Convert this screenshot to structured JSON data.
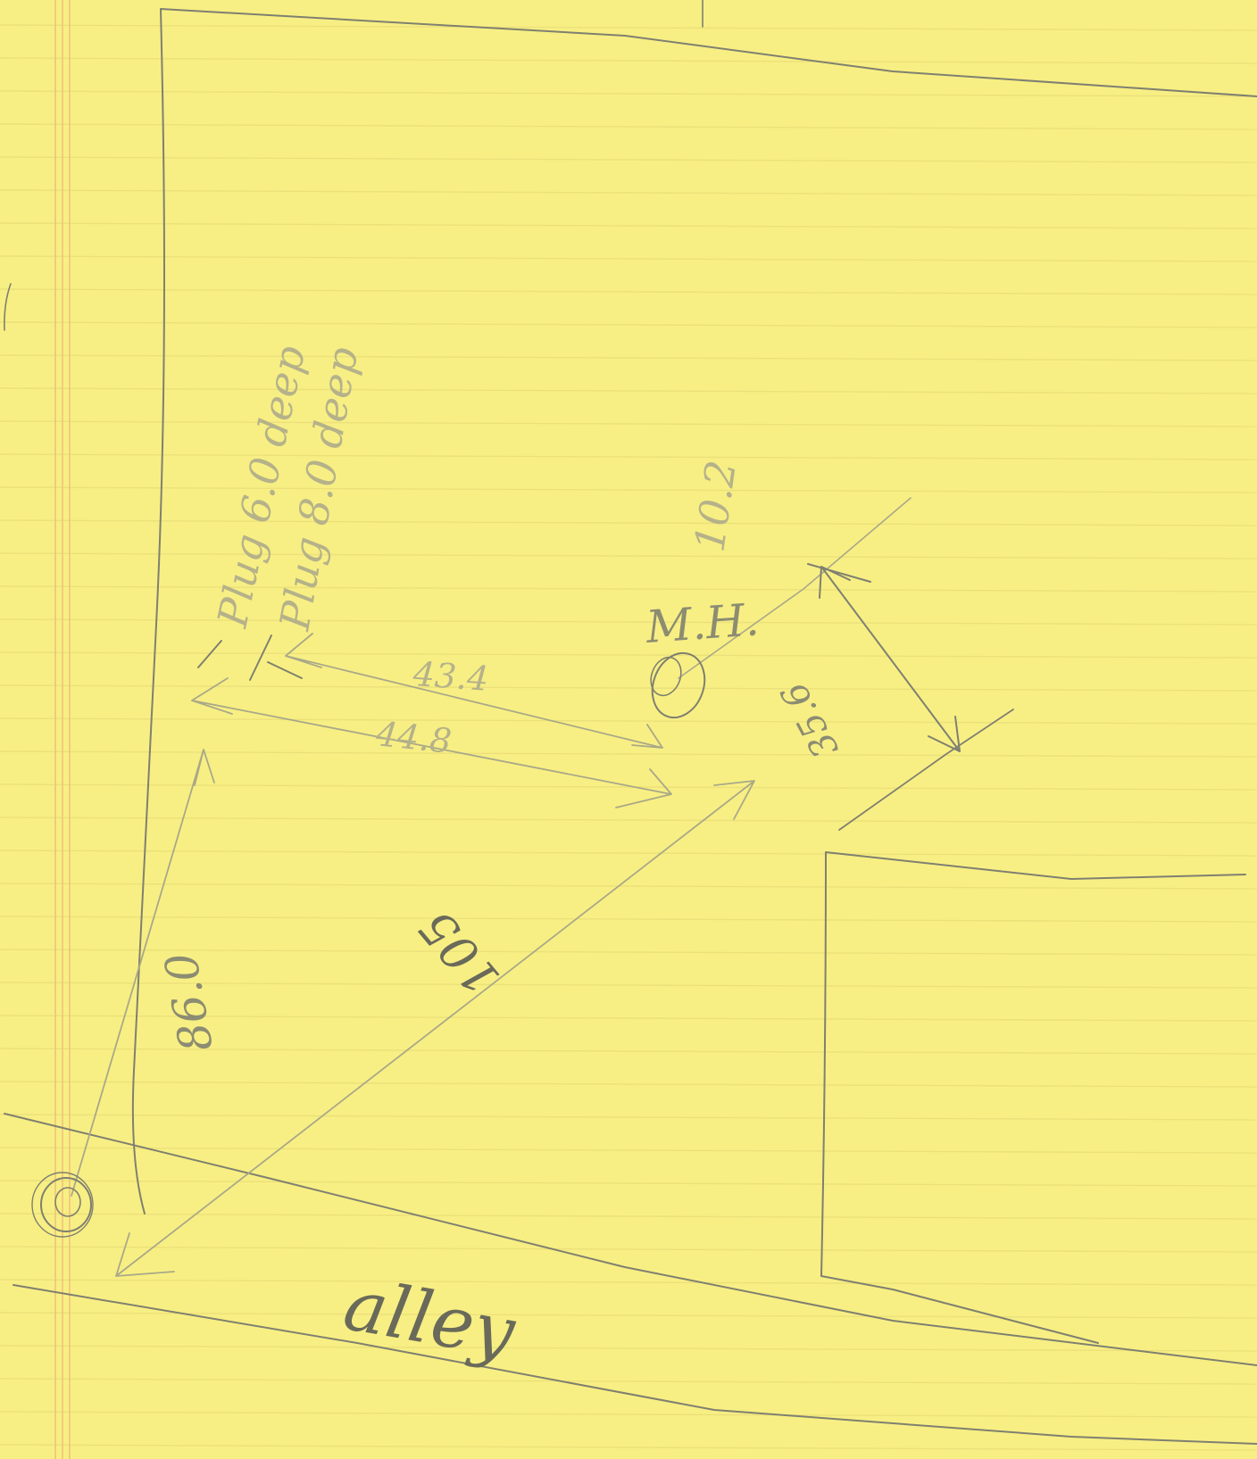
{
  "labels": {
    "plug_1": "Plug 6.0 deep",
    "plug_2": "Plug 8.0 deep",
    "depth_mh": "10.2",
    "manhole": "M.H.",
    "dist_plug_1": "43.4",
    "dist_plug_2": "44.8",
    "dist_building": "35.6",
    "dist_vertical": "86.0",
    "dist_diagonal": "105",
    "street": "alley"
  },
  "colors": {
    "paper": "#f8ef84",
    "rule_line": "#ebe07a",
    "margin_line": "#f2c27a",
    "pencil": "#7f8070"
  }
}
